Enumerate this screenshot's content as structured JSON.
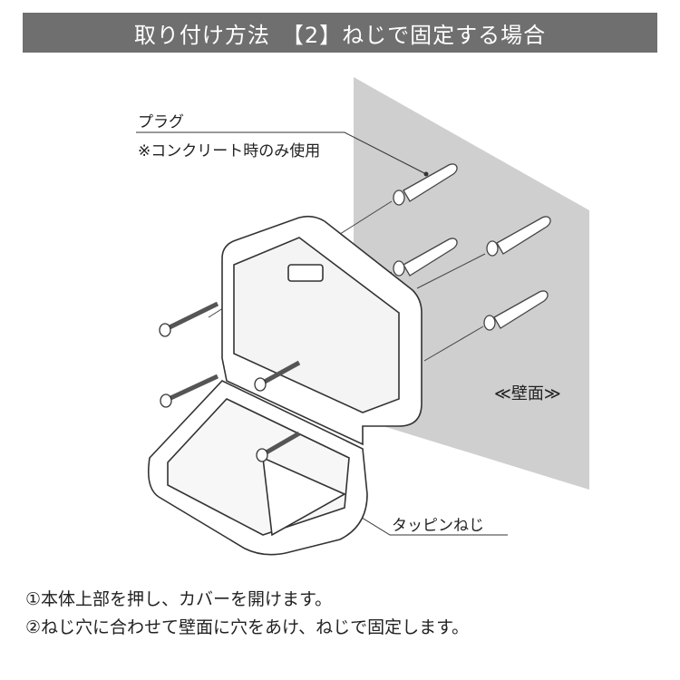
{
  "header": {
    "title": "取り付け方法　【2】ねじで固定する場合"
  },
  "labels": {
    "plug": "プラグ",
    "plug_note": "※コンクリート時のみ使用",
    "wall": "≪壁面≫",
    "screw": "タッピンねじ"
  },
  "steps": [
    {
      "text": "①本体上部を押し、カバーを開けます。"
    },
    {
      "text": "②ねじ穴に合わせて壁面に穴をあけ、ねじで固定します。"
    }
  ],
  "colors": {
    "header_bg": "#6f6f6f",
    "wall": "#cfcfcf",
    "line": "#333333"
  }
}
